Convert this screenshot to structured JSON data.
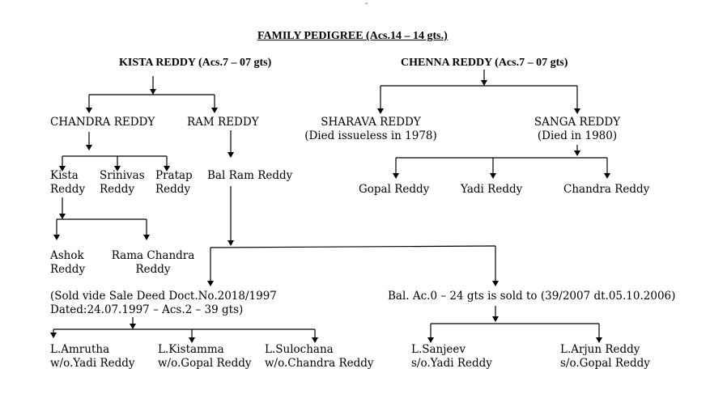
{
  "title": "FAMILY PEDIGREE (Acs.14 – 14 gts.)",
  "top_mark": "“",
  "kista": "KISTA REDDY (Acs.7 – 07 gts)",
  "chenna": "CHENNA REDDY (Acs.7 – 07 gts)",
  "chandra": "CHANDRA REDDY",
  "ram": "RAM REDDY",
  "kista_child": {
    "line1": "Kista",
    "line2": "Reddy"
  },
  "srinivas": {
    "line1": "Srinivas",
    "line2": "Reddy"
  },
  "pratap": {
    "line1": "Pratap",
    "line2": "Reddy"
  },
  "balram": "Bal Ram Reddy",
  "ashok": {
    "line1": "Ashok",
    "line2": "Reddy"
  },
  "ramachandra": {
    "line1": "Rama Chandra",
    "line2": "Reddy"
  },
  "sharava": {
    "line1": "SHARAVA REDDY",
    "line2": "(Died issueless in 1978)"
  },
  "sanga": {
    "line1": "SANGA REDDY",
    "line2": "(Died in 1980)"
  },
  "gopal": "Gopal Reddy",
  "yadi": "Yadi Reddy",
  "chandra2": "Chandra Reddy",
  "sold_left": {
    "line1": "(Sold vide Sale Deed Doct.No.2018/1997",
    "line2": "Dated:24.07.1997 – Acs.2 – 39 gts)"
  },
  "sold_right": "Bal. Ac.0 – 24 gts is sold to (39/2007 dt.05.10.2006)",
  "amrutha": {
    "line1": "L.Amrutha",
    "line2": "w/o.Yadi Reddy"
  },
  "kistamma": {
    "line1": "L.Kistamma",
    "line2": "w/o.Gopal Reddy"
  },
  "sulochana": {
    "line1": "L.Sulochana",
    "line2": "w/o.Chandra Reddy"
  },
  "sanjeev": {
    "line1": "L.Sanjeev",
    "line2": "s/o.Yadi Reddy"
  },
  "arjun": {
    "line1": "L.Arjun Reddy",
    "line2": "s/o.Gopal Reddy"
  }
}
